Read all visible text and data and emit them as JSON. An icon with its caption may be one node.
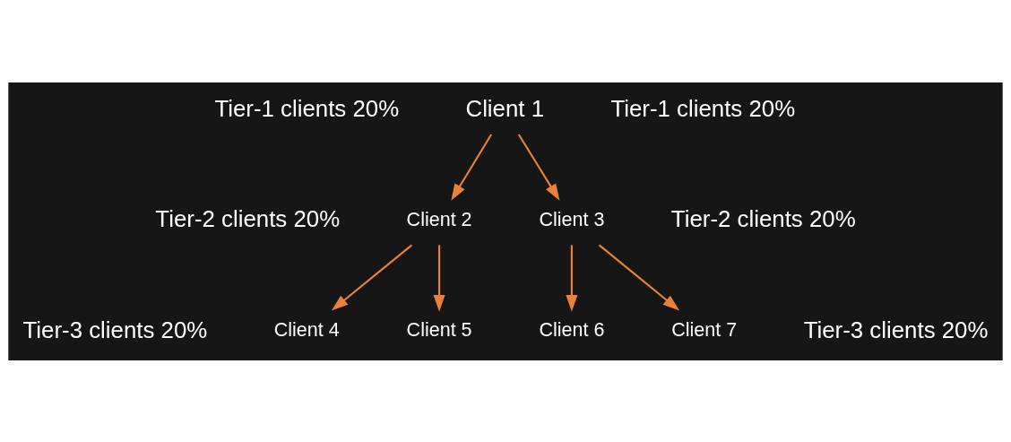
{
  "diagram": {
    "nodes": [
      {
        "text": [
          "Client 1"
        ]
      },
      {
        "text": [
          "Client 2"
        ]
      },
      {
        "text": [
          "Client 3"
        ]
      },
      {
        "text": [
          "Client 4"
        ]
      },
      {
        "text": [
          "Client 5"
        ]
      },
      {
        "text": [
          "Client 6"
        ]
      },
      {
        "text": [
          "Client 7"
        ]
      }
    ],
    "edges": [
      {
        "from": 0,
        "to": 1,
        "arrow": "to"
      },
      {
        "from": 0,
        "to": 2,
        "arrow": "to"
      },
      {
        "from": 1,
        "to": 3,
        "arrow": "to"
      },
      {
        "from": 1,
        "to": 4,
        "arrow": "to"
      },
      {
        "from": 2,
        "to": 5,
        "arrow": "to"
      },
      {
        "from": 2,
        "to": 6,
        "arrow": "to"
      }
    ],
    "labels": [
      "Tier-1 clients 20%",
      "Tier-1 clients 20%",
      "Tier-2 clients 20%",
      "Tier-2 clients 20%",
      "Tier-3 clients 20%",
      "Tier-3 clients 20%"
    ]
  }
}
